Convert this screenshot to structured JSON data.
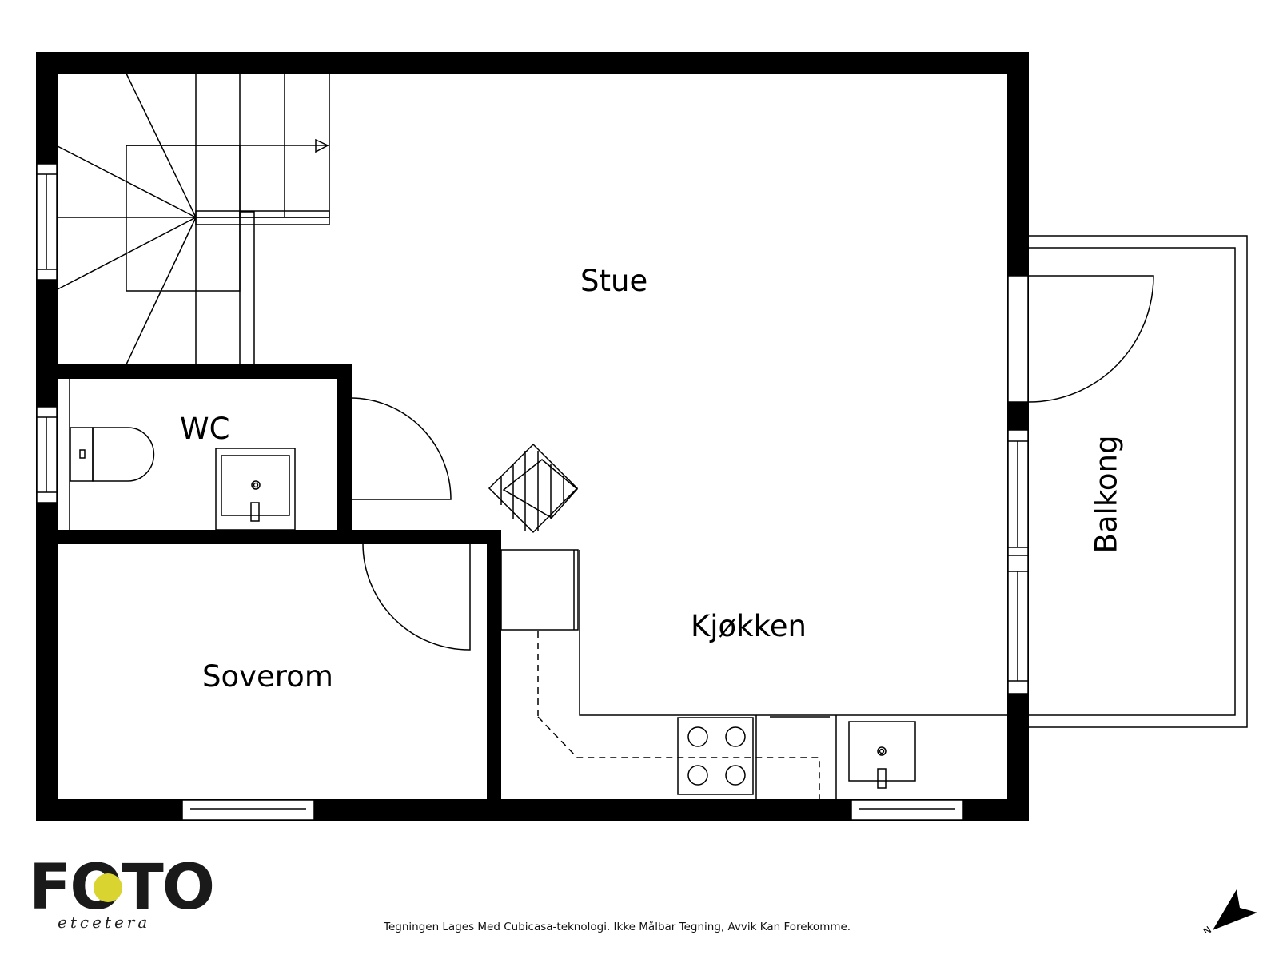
{
  "plan": {
    "rooms": [
      {
        "id": "stue",
        "label": "Stue"
      },
      {
        "id": "wc",
        "label": "WC"
      },
      {
        "id": "soverom",
        "label": "Soverom"
      },
      {
        "id": "kjokken",
        "label": "Kjøkken"
      },
      {
        "id": "balkong",
        "label": "Balkong"
      }
    ],
    "colors": {
      "wall": "#000000",
      "line": "#000000",
      "background": "#ffffff",
      "logo_dot": "#d9d430",
      "logo_text": "#1a1a1a"
    }
  },
  "footer": {
    "logo_word": "FOTO",
    "logo_sub": "etcetera",
    "disclaimer": "Tegningen Lages Med Cubicasa-teknologi. Ikke Målbar Tegning, Avvik Kan Forekomme.",
    "compass_label": "N"
  }
}
